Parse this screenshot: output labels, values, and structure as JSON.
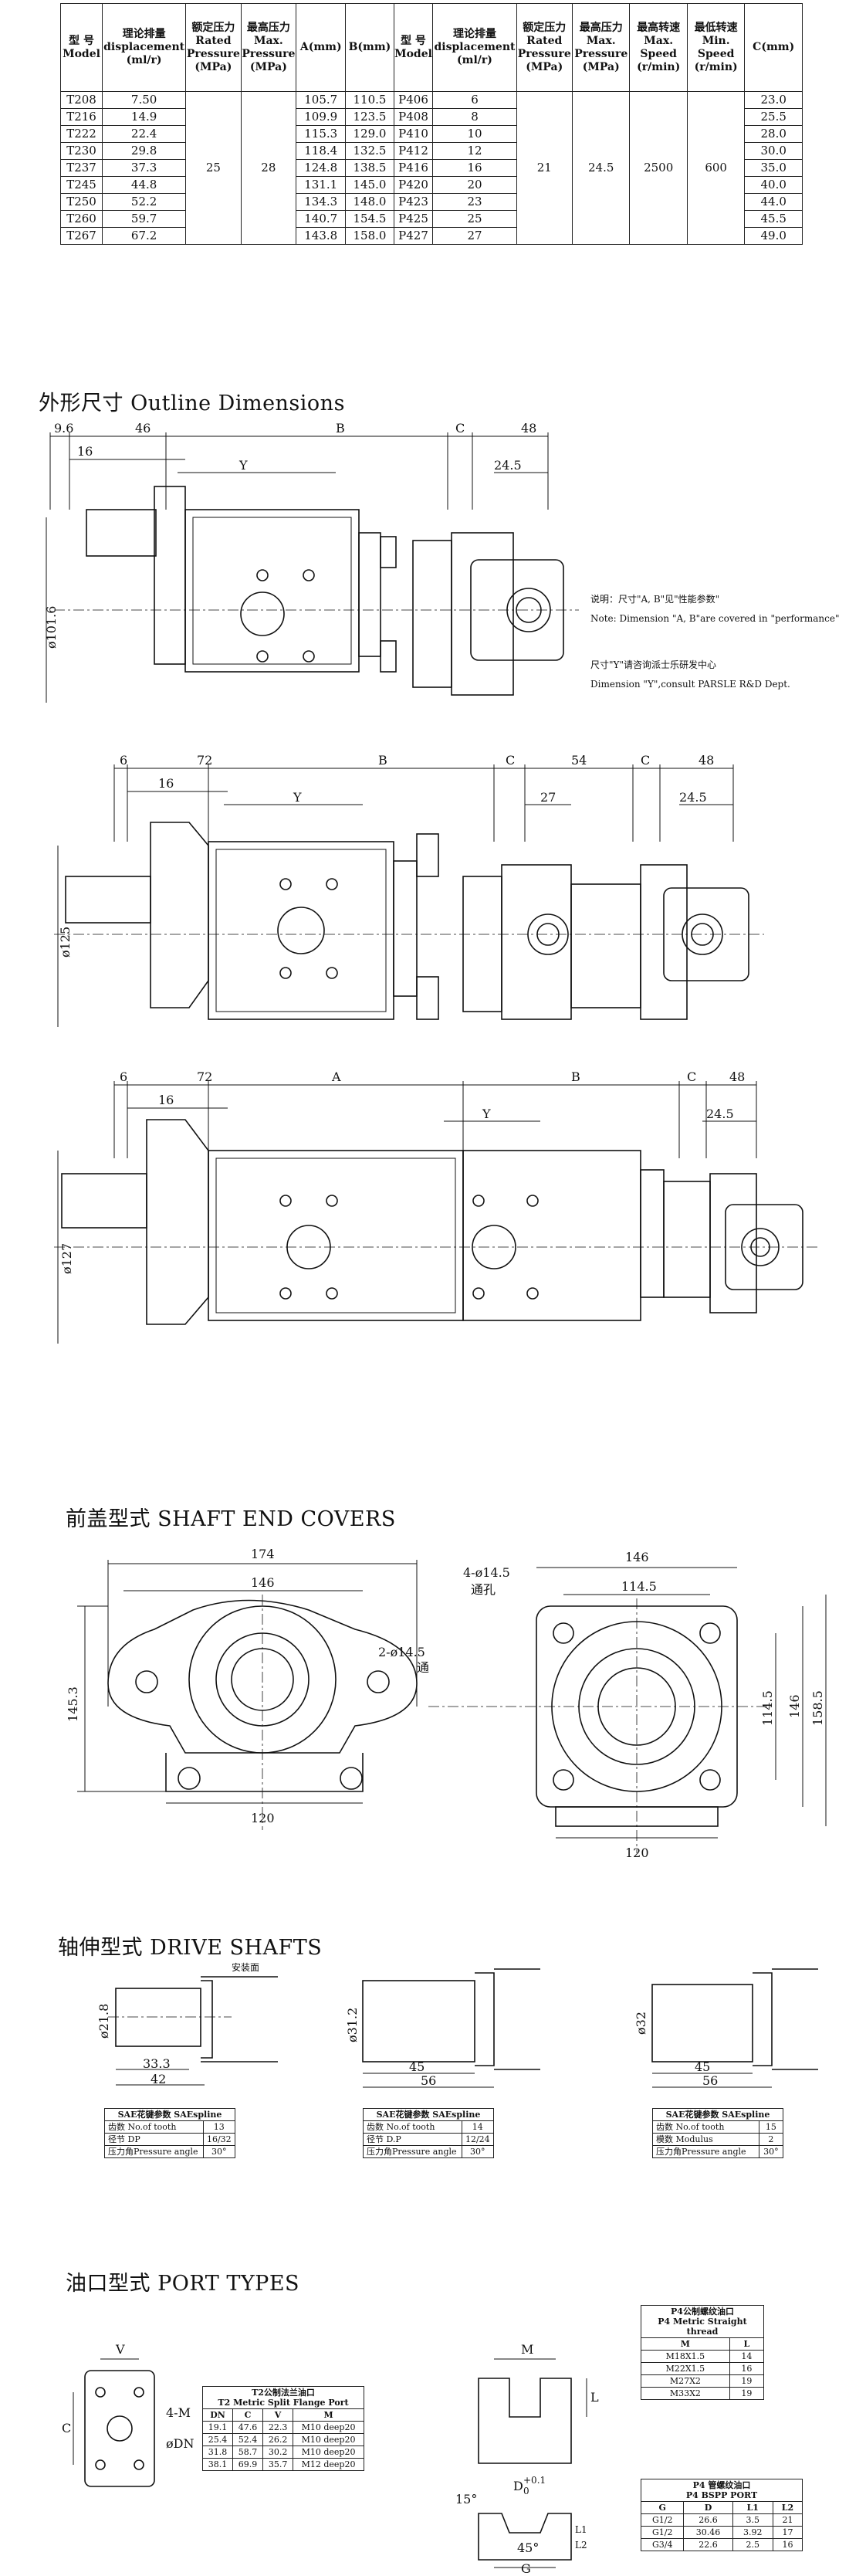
{
  "spec_table": {
    "headers": {
      "model": [
        "型 号",
        "Model"
      ],
      "displacement": [
        "理论排量",
        "displacement",
        "(ml/r)"
      ],
      "rated": [
        "额定压力",
        "Rated",
        "Pressure",
        "(MPa)"
      ],
      "max": [
        "最高压力",
        "Max.",
        "Pressure",
        "(MPa)"
      ],
      "a": "A(mm)",
      "b": "B(mm)",
      "model2": [
        "型 号",
        "Model"
      ],
      "displacement2": [
        "理论排量",
        "displacement",
        "(ml/r)"
      ],
      "rated2": [
        "额定压力",
        "Rated",
        "Pressure",
        "(MPa)"
      ],
      "max2": [
        "最高压力",
        "Max.",
        "Pressure",
        "(MPa)"
      ],
      "maxspeed": [
        "最高转速",
        "Max.",
        "Speed",
        "(r/min)"
      ],
      "minspeed": [
        "最低转速",
        "Min.",
        "Speed",
        "(r/min)"
      ],
      "c": "C(mm)"
    },
    "left_rows": [
      [
        "T208",
        "7.50",
        "105.7",
        "110.5"
      ],
      [
        "T216",
        "14.9",
        "109.9",
        "123.5"
      ],
      [
        "T222",
        "22.4",
        "115.3",
        "129.0"
      ],
      [
        "T230",
        "29.8",
        "118.4",
        "132.5"
      ],
      [
        "T237",
        "37.3",
        "124.8",
        "138.5"
      ],
      [
        "T245",
        "44.8",
        "131.1",
        "145.0"
      ],
      [
        "T250",
        "52.2",
        "134.3",
        "148.0"
      ],
      [
        "T260",
        "59.7",
        "140.7",
        "154.5"
      ],
      [
        "T267",
        "67.2",
        "143.8",
        "158.0"
      ]
    ],
    "right_rows": [
      [
        "P406",
        "6",
        "23.0"
      ],
      [
        "P408",
        "8",
        "25.5"
      ],
      [
        "P410",
        "10",
        "28.0"
      ],
      [
        "P412",
        "12",
        "30.0"
      ],
      [
        "P416",
        "16",
        "35.0"
      ],
      [
        "P420",
        "20",
        "40.0"
      ],
      [
        "P423",
        "23",
        "44.0"
      ],
      [
        "P425",
        "25",
        "45.5"
      ],
      [
        "P427",
        "27",
        "49.0"
      ]
    ],
    "rated_left": "25",
    "max_left": "28",
    "rated_right": "21",
    "max_right": "24.5",
    "max_speed": "2500",
    "min_speed": "600"
  },
  "outline": {
    "title": "外形尺寸 Outline Dimensions",
    "d1": {
      "dims": [
        "9.6",
        "46",
        "16",
        "Y",
        "B",
        "C",
        "48",
        "24.5"
      ],
      "dia": "ø101.6"
    },
    "note": [
      "说明：尺寸\"A, B\"见\"性能参数\"",
      "Note: Dimension \"A, B\"are covered in \"performance\"",
      "尺寸\"Y\"请咨询派士乐研发中心",
      "Dimension \"Y\",consult PARSLE R&D Dept."
    ],
    "d2": {
      "dims": [
        "6",
        "72",
        "16",
        "Y",
        "B",
        "C",
        "54",
        "27",
        "C",
        "48",
        "24.5"
      ],
      "dia": "ø125"
    },
    "d3": {
      "dims": [
        "6",
        "72",
        "16",
        "A",
        "Y",
        "B",
        "C",
        "48",
        "24.5"
      ],
      "dia": "ø127"
    }
  },
  "covers": {
    "title": "前盖型式 SHAFT END COVERS",
    "left": {
      "w1": "174",
      "w2": "146",
      "hole": "2-ø14.5",
      "hole2": "通",
      "h": "145.3",
      "bottom": "120"
    },
    "right": {
      "w1": "146",
      "w2": "114.5",
      "hole": "4-ø14.5",
      "hole2": "通孔",
      "h1": "114.5",
      "h2": "146",
      "h3": "158.5",
      "bottom": "120"
    }
  },
  "shafts": {
    "title": "轴伸型式 DRIVE SHAFTS",
    "s1": {
      "label": "安装面",
      "dia": "ø21.8",
      "l1": "33.3",
      "l2": "42",
      "tbl_title": "SAE花键参数 SAEspline",
      "rows": [
        [
          "齿数 No.of tooth",
          "13"
        ],
        [
          "径节 DP",
          "16/32"
        ],
        [
          "压力角Pressure angle",
          "30°"
        ]
      ]
    },
    "s2": {
      "dia": "ø31.2",
      "l1": "45",
      "l2": "56",
      "tbl_title": "SAE花键参数 SAEspline",
      "rows": [
        [
          "齿数 No.of tooth",
          "14"
        ],
        [
          "径节 D.P",
          "12/24"
        ],
        [
          "压力角Pressure angle",
          "30°"
        ]
      ]
    },
    "s3": {
      "dia": "ø32",
      "l1": "45",
      "l2": "56",
      "tbl_title": "SAE花键参数 SAEspline",
      "rows": [
        [
          "齿数 No.of tooth",
          "15"
        ],
        [
          "模数 Modulus",
          "2"
        ],
        [
          "压力角Pressure angle",
          "30°"
        ]
      ]
    }
  },
  "ports": {
    "title": "油口型式 PORT TYPES",
    "flange_labels": [
      "V",
      "C",
      "4-M",
      "øDN"
    ],
    "t2_title": [
      "T2公制法兰油口",
      "T2 Metric Split Flange Port"
    ],
    "t2_headers": [
      "DN",
      "C",
      "V",
      "M"
    ],
    "t2_rows": [
      [
        "19.1",
        "47.6",
        "22.3",
        "M10 deep20"
      ],
      [
        "25.4",
        "52.4",
        "26.2",
        "M10 deep20"
      ],
      [
        "31.8",
        "58.7",
        "30.2",
        "M10 deep20"
      ],
      [
        "38.1",
        "69.9",
        "35.7",
        "M12 deep20"
      ]
    ],
    "p4_title": [
      "P4公制螺纹油口",
      "P4 Metric Straight thread"
    ],
    "p4_headers": [
      "M",
      "L"
    ],
    "p4_rows": [
      [
        "M18X1.5",
        "14"
      ],
      [
        "M22X1.5",
        "16"
      ],
      [
        "M27X2",
        "19"
      ],
      [
        "M33X2",
        "19"
      ]
    ],
    "p4b_title": [
      "P4 管螺纹油口",
      "P4 BSPP PORT"
    ],
    "p4b_headers": [
      "G",
      "D",
      "L1",
      "L2"
    ],
    "p4b_rows": [
      [
        "G1/2",
        "26.6",
        "3.5",
        "21"
      ],
      [
        "G1/2",
        "30.46",
        "3.92",
        "17"
      ],
      [
        "G3/4",
        "22.6",
        "2.5",
        "16"
      ]
    ],
    "thread_labels": [
      "M",
      "L",
      "15°",
      "D",
      "+0.1",
      "0",
      "45°",
      "L1",
      "L2",
      "G"
    ]
  }
}
